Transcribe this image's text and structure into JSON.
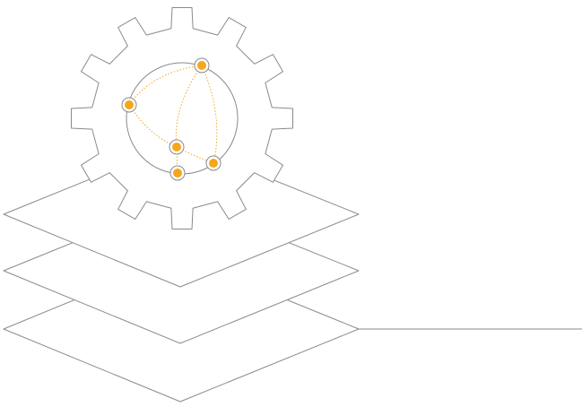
{
  "illustration": {
    "icon_name": "gear-network-layers-icon",
    "colors": {
      "stroke": "#8a8a8a",
      "layer_fill": "#ffffff",
      "bottom_layer_fill": "#e6eaef",
      "dot_pattern": "#c9ced6",
      "node_fill": "#f5a61b",
      "node_ring": "#8a8a8a",
      "link_color": "#f5a61b"
    },
    "layer_count": 3,
    "gear_teeth": 12,
    "network_node_count": 5
  }
}
